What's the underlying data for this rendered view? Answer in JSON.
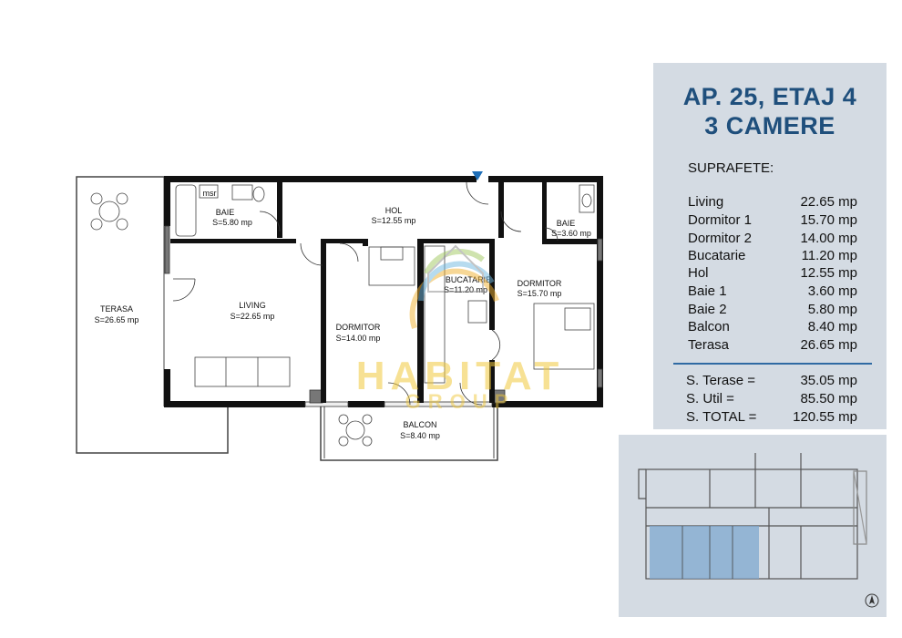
{
  "panel": {
    "title_line1": "AP. 25, ETAJ 4",
    "title_line2": "3 CAMERE",
    "heading": "SUPRAFETE:",
    "rooms": [
      {
        "name": "Living",
        "area": "22.65 mp"
      },
      {
        "name": "Dormitor 1",
        "area": "15.70 mp"
      },
      {
        "name": "Dormitor 2",
        "area": "14.00 mp"
      },
      {
        "name": "Bucatarie",
        "area": "11.20 mp"
      },
      {
        "name": "Hol",
        "area": "12.55 mp"
      },
      {
        "name": "Baie 1",
        "area": "3.60 mp"
      },
      {
        "name": "Baie 2",
        "area": "5.80 mp"
      },
      {
        "name": "Balcon",
        "area": "8.40 mp"
      },
      {
        "name": "Terasa",
        "area": "26.65 mp"
      }
    ],
    "totals": [
      {
        "name": "S. Terase =",
        "area": "35.05 mp"
      },
      {
        "name": "S. Util =",
        "area": "85.50 mp"
      },
      {
        "name": "S. TOTAL =",
        "area": "120.55 mp"
      }
    ]
  },
  "plan": {
    "labels": {
      "terasa_name": "TERASA",
      "terasa_area": "S=26.65 mp",
      "baie2_name": "BAIE",
      "baie2_area": "S=5.80 mp",
      "msr": "msr",
      "hol_name": "HOL",
      "hol_area": "S=12.55 mp",
      "baie1_name": "BAIE",
      "baie1_area": "S=3.60 mp",
      "living_name": "LIVING",
      "living_area": "S=22.65 mp",
      "dorm2_name": "DORMITOR",
      "dorm2_area": "S=14.00 mp",
      "buc_name": "BUCATARIE",
      "buc_area": "S=11.20 mp",
      "dorm1_name": "DORMITOR",
      "dorm1_area": "S=15.70 mp",
      "balcon_name": "BALCON",
      "balcon_area": "S=8.40 mp"
    }
  },
  "watermark": {
    "line1": "HABITAT",
    "line2": "GROUP"
  },
  "colors": {
    "title": "#1f4f7c",
    "panel_bg": "#d4dbe3",
    "wall": "#111111",
    "accent": "#2f6aa3",
    "highlight": "#7fa8cf"
  }
}
